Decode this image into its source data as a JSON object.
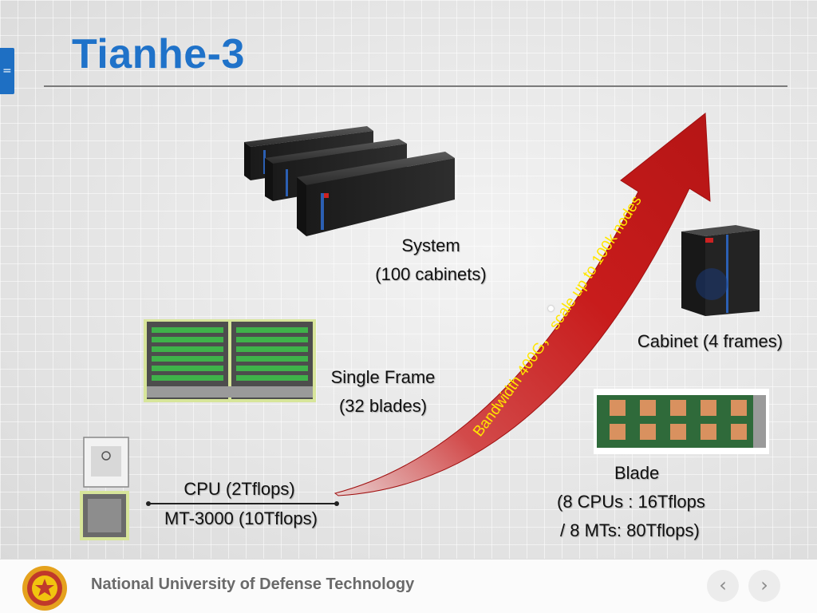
{
  "slide": {
    "title": "Tianhe-3",
    "side_tab_glyph": "=",
    "labels": {
      "system": [
        "System",
        "(100 cabinets)"
      ],
      "cabinet": [
        "Cabinet (4 frames)"
      ],
      "frame": [
        "Single Frame",
        "(32 blades)"
      ],
      "blade": [
        "Blade",
        "(8 CPUs : 16Tflops",
        "/ 8 MTs: 80Tflops)"
      ],
      "cpu_top": "CPU (2Tflops)",
      "cpu_bottom": "MT-3000  (10Tflops)"
    },
    "arrow_text": "Bandwidth 400G， scale up to 100k nodes",
    "colors": {
      "accent": "#1f72c9",
      "arrow": "#c81c1c",
      "arrow_text": "#ffe600"
    }
  },
  "footer": {
    "institution": "National University of Defense Technology",
    "prev_icon": "‹",
    "next_icon": "›"
  }
}
